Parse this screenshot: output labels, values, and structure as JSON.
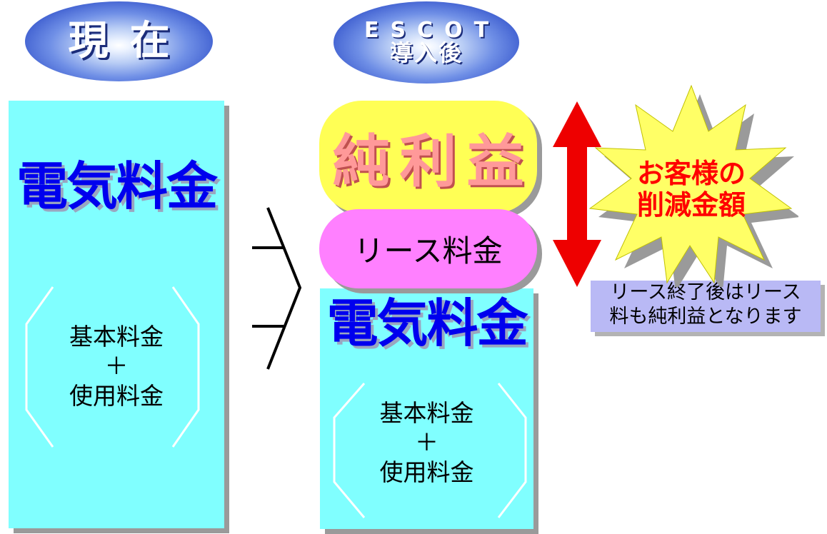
{
  "current": {
    "header": "現在",
    "main_label": "電気料金",
    "detail": [
      "基本料金",
      "＋",
      "使用料金"
    ]
  },
  "after": {
    "header_line1": "ESCOT",
    "header_line2": "導入後",
    "profit_label": "純利益",
    "lease_label": "リース料金",
    "main_label": "電気料金",
    "detail": [
      "基本料金",
      "＋",
      "使用料金"
    ]
  },
  "savings": {
    "burst_line1": "お客様の",
    "burst_line2": "削減金額",
    "note_line1": "リース終了後はリース",
    "note_line2": "料も純利益となります"
  },
  "colors": {
    "cyan": "#80ffff",
    "profit_yellow": "#ffff55",
    "lease_pink": "#ff80ff",
    "electric_blue": "#0000ee",
    "arrow_red": "#ee0000",
    "burst_yellow": "#ffff66",
    "note_lavender": "#b9b9f5"
  }
}
